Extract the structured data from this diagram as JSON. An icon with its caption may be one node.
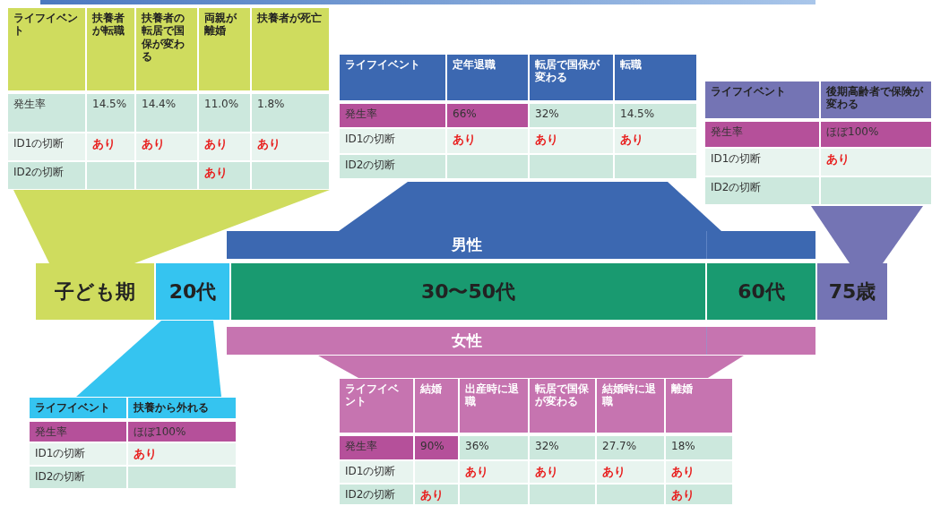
{
  "diagram": {
    "nodes": [
      {
        "text": [
          "子ども期"
        ]
      },
      {
        "text": [
          "20代"
        ]
      },
      {
        "text": [
          "30〜50代"
        ]
      },
      {
        "text": [
          "60代"
        ]
      },
      {
        "text": [
          "75歳"
        ]
      },
      {
        "text": [
          "男性"
        ]
      },
      {
        "text": [
          "女性"
        ]
      },
      {
        "text": [],
        "shape": "trapezoid"
      },
      {
        "text": [],
        "shape": "trapezoid"
      },
      {
        "text": [],
        "shape": "trapezoid"
      },
      {
        "text": [],
        "shape": "trapezoid"
      },
      {
        "text": [],
        "shape": "trapezoid"
      }
    ],
    "labels": [
      "ライフイベント",
      "扶養者が転職",
      "扶養者の転居で国保が変わる",
      "両親が離婚",
      "扶養者が死亡",
      "発生率",
      "14.5%",
      "14.4%",
      "11.0%",
      "1.8%",
      "ID1の切断",
      "あり",
      "あり",
      "あり",
      "あり",
      "ID2の切断",
      "あり",
      "ライフイベント",
      "定年退職",
      "転居で国保が変わる",
      "転職",
      "発生率",
      "66%",
      "32%",
      "14.5%",
      "ID1の切断",
      "あり",
      "あり",
      "あり",
      "ID2の切断",
      "ライフイベント",
      "後期高齢者で保険が変わる",
      "発生率",
      "ほぼ100%",
      "ID1の切断",
      "あり",
      "ID2の切断",
      "ライフイベント",
      "扶養から外れる",
      "発生率",
      "ほぼ100%",
      "ID1の切断",
      "あり",
      "ID2の切断",
      "ライフイベント",
      "結婚",
      "出産時に退職",
      "転居で国保が変わる",
      "結婚時に退職",
      "離婚",
      "発生率",
      "90%",
      "36%",
      "32%",
      "27.7%",
      "18%",
      "ID1の切断",
      "あり",
      "あり",
      "あり",
      "あり",
      "ID2の切断",
      "あり",
      "あり"
    ]
  }
}
